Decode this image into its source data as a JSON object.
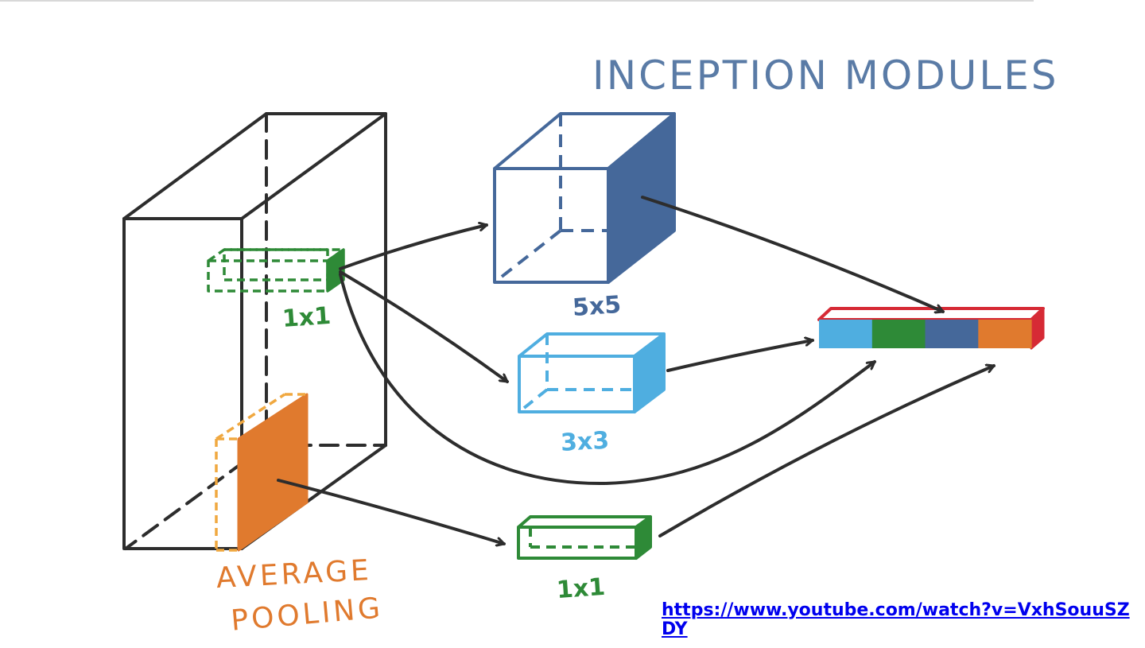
{
  "title": "INCEPTION MODULES",
  "labels": {
    "input_1x1": "1x1",
    "conv_5x5": "5x5",
    "conv_3x3": "3x3",
    "conv_1x1": "1x1",
    "pool_line1": "AVERAGE",
    "pool_line2": "POOLING"
  },
  "source_link": "https://www.youtube.com/watch?v=VxhSouuSZDY",
  "colors": {
    "ink": "#2d2d2d",
    "blue_title": "#5a7ba6",
    "dark_blue": "#45689a",
    "light_blue": "#4faee0",
    "green": "#2e8a37",
    "orange": "#e07a2e",
    "orange_light": "#f0a840",
    "red": "#d62a35",
    "link": "#0000ee"
  },
  "concat_segments": [
    {
      "name": "light-blue-segment",
      "color": "#4faee0"
    },
    {
      "name": "green-segment",
      "color": "#2e8a37"
    },
    {
      "name": "dark-blue-segment",
      "color": "#45689a"
    },
    {
      "name": "orange-segment",
      "color": "#e07a2e"
    }
  ]
}
